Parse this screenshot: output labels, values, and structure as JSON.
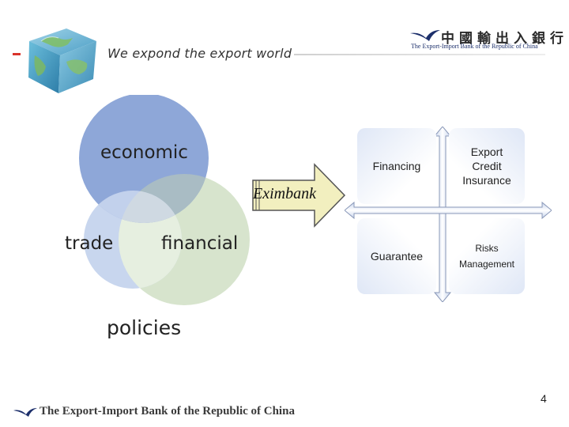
{
  "header": {
    "slogan": "We expond the export world",
    "bank_name_cn": "中國輸出入銀行",
    "bank_name_en": "The Export-Import Bank of the Republic of China"
  },
  "venn": {
    "circles": [
      "economic",
      "trade",
      "financial"
    ],
    "caption": "policies"
  },
  "arrow_label": "Eximbank",
  "quadrants": {
    "financing": "Financing",
    "export_credit_insurance": [
      "Export",
      "Credit",
      "Insurance"
    ],
    "guarantee": "Guarantee",
    "risks_management": [
      "Risks",
      "Management"
    ]
  },
  "footer": {
    "bank_name": "The Export-Import Bank of the Republic of China",
    "page_number": "4"
  },
  "colors": {
    "economic_circle": "#8ea7d8",
    "trade_circle": "#c8d6ee",
    "financial_circle": "#d7e4cd",
    "overlap": "#a9bcc4",
    "arrow_fill": "#f2efbf",
    "brand_blue": "#1c2f6b",
    "accent_red": "#d9342b"
  },
  "icons": [
    "globe-cube-icon",
    "bird-logo-icon"
  ]
}
